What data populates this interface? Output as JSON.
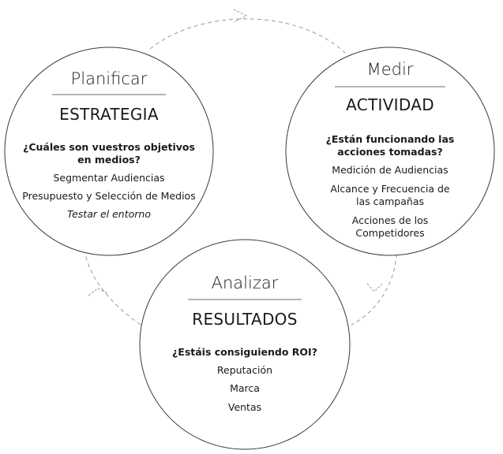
{
  "planificar": {
    "title": "Planificar",
    "subtitle": "ESTRATEGIA",
    "question_line1": "¿Cuáles son vuestros objetivos",
    "question_line2": "en medios?",
    "item1": "Segmentar Audiencias",
    "item2": "Presupuesto y Selección de Medios",
    "item3": "Testar el entorno"
  },
  "medir": {
    "title": "Medir",
    "subtitle": "ACTIVIDAD",
    "question_line1": "¿Están funcionando las",
    "question_line2": "acciones tomadas?",
    "item1": "Medición de Audiencias",
    "item2_line1": "Alcance y Frecuencia de",
    "item2_line2": "las campañas",
    "item3_line1": "Acciones de los",
    "item3_line2": "Competidores"
  },
  "analizar": {
    "title": "Analizar",
    "subtitle": "RESULTADOS",
    "question": "¿Estáis consiguiendo ROI?",
    "item1": "Reputación",
    "item2": "Marca",
    "item3": "Ventas"
  },
  "colors": {
    "outline": "#3a3a3a",
    "dashed_arrow": "#9a9a9a",
    "text": "#1a1a1a"
  }
}
